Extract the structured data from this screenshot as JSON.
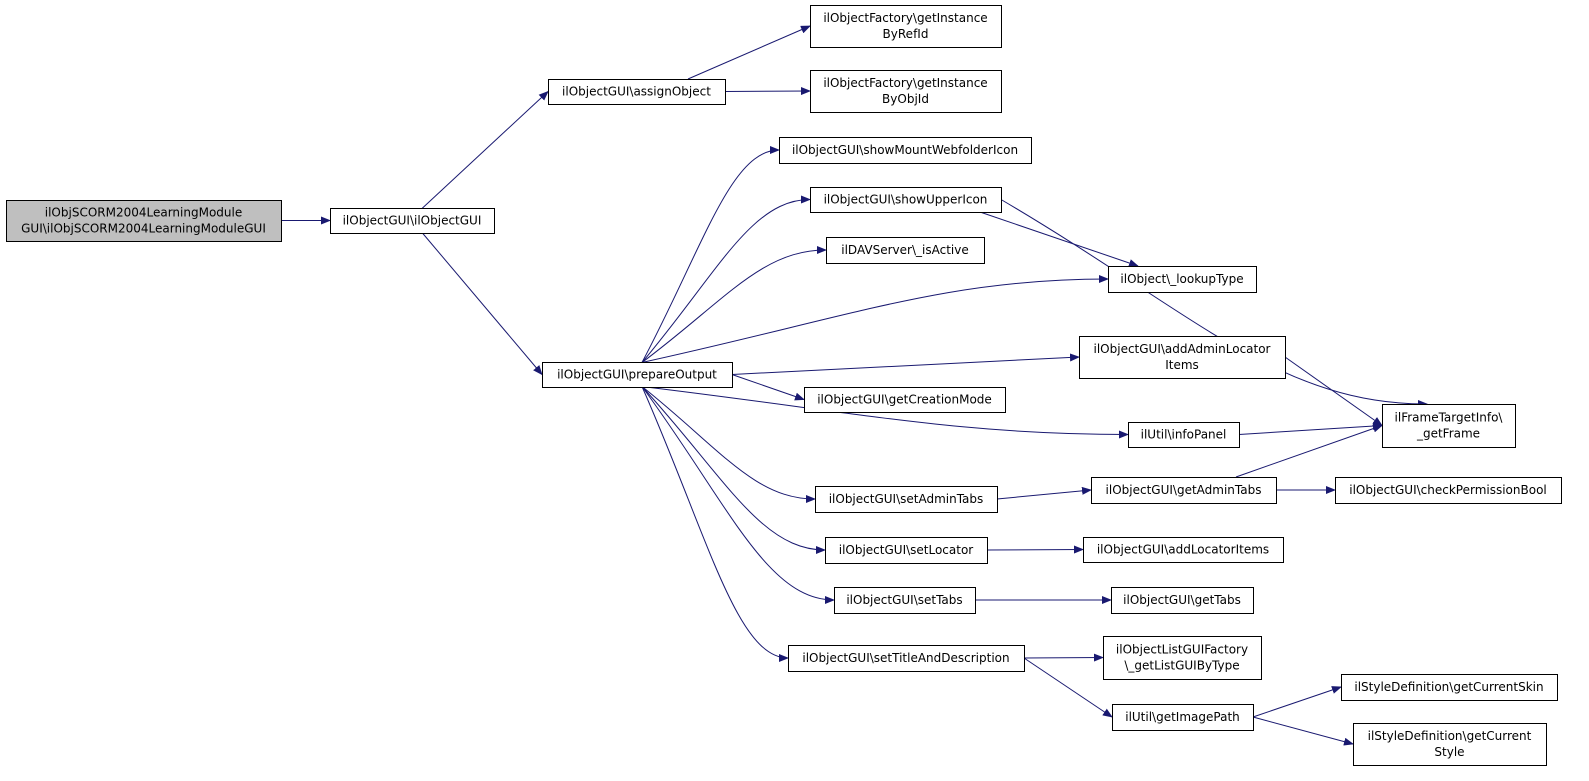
{
  "graph": {
    "edge_color": "#191970",
    "root_fill": "#bfbfbf",
    "node_fill": "#ffffff",
    "nodes": [
      {
        "id": "root",
        "lines": [
          "ilObjSCORM2004LearningModule",
          "GUI\\ilObjSCORM2004LearningModuleGUI"
        ],
        "root": true
      },
      {
        "id": "ctor",
        "lines": [
          "ilObjectGUI\\ilObjectGUI"
        ]
      },
      {
        "id": "assign",
        "lines": [
          "ilObjectGUI\\assignObject"
        ]
      },
      {
        "id": "prepare",
        "lines": [
          "ilObjectGUI\\prepareOutput"
        ]
      },
      {
        "id": "byref",
        "lines": [
          "ilObjectFactory\\getInstance",
          "ByRefId"
        ]
      },
      {
        "id": "byobj",
        "lines": [
          "ilObjectFactory\\getInstance",
          "ByObjId"
        ]
      },
      {
        "id": "mount",
        "lines": [
          "ilObjectGUI\\showMountWebfolderIcon"
        ]
      },
      {
        "id": "upper",
        "lines": [
          "ilObjectGUI\\showUpperIcon"
        ]
      },
      {
        "id": "dav",
        "lines": [
          "ilDAVServer\\_isActive"
        ]
      },
      {
        "id": "lookup",
        "lines": [
          "ilObject\\_lookupType"
        ]
      },
      {
        "id": "addadmin",
        "lines": [
          "ilObjectGUI\\addAdminLocator",
          "Items"
        ]
      },
      {
        "id": "creation",
        "lines": [
          "ilObjectGUI\\getCreationMode"
        ]
      },
      {
        "id": "info",
        "lines": [
          "ilUtil\\infoPanel"
        ]
      },
      {
        "id": "frame",
        "lines": [
          "ilFrameTargetInfo\\",
          "_getFrame"
        ]
      },
      {
        "id": "setadmintabs",
        "lines": [
          "ilObjectGUI\\setAdminTabs"
        ]
      },
      {
        "id": "getadmintabs",
        "lines": [
          "ilObjectGUI\\getAdminTabs"
        ]
      },
      {
        "id": "checkperm",
        "lines": [
          "ilObjectGUI\\checkPermissionBool"
        ]
      },
      {
        "id": "setlocator",
        "lines": [
          "ilObjectGUI\\setLocator"
        ]
      },
      {
        "id": "addlocator",
        "lines": [
          "ilObjectGUI\\addLocatorItems"
        ]
      },
      {
        "id": "settabs",
        "lines": [
          "ilObjectGUI\\setTabs"
        ]
      },
      {
        "id": "gettabs",
        "lines": [
          "ilObjectGUI\\getTabs"
        ]
      },
      {
        "id": "settitle",
        "lines": [
          "ilObjectGUI\\setTitleAndDescription"
        ]
      },
      {
        "id": "listgui",
        "lines": [
          "ilObjectListGUIFactory",
          "\\_getListGUIByType"
        ]
      },
      {
        "id": "imagepath",
        "lines": [
          "ilUtil\\getImagePath"
        ]
      },
      {
        "id": "skin",
        "lines": [
          "ilStyleDefinition\\getCurrentSkin"
        ]
      },
      {
        "id": "style",
        "lines": [
          "ilStyleDefinition\\getCurrent",
          "Style"
        ]
      }
    ],
    "edges": [
      {
        "from": "root",
        "to": "ctor"
      },
      {
        "from": "ctor",
        "to": "assign"
      },
      {
        "from": "ctor",
        "to": "prepare"
      },
      {
        "from": "assign",
        "to": "byref"
      },
      {
        "from": "assign",
        "to": "byobj"
      },
      {
        "from": "prepare",
        "to": "mount"
      },
      {
        "from": "prepare",
        "to": "upper"
      },
      {
        "from": "prepare",
        "to": "dav"
      },
      {
        "from": "prepare",
        "to": "lookup"
      },
      {
        "from": "prepare",
        "to": "addadmin"
      },
      {
        "from": "prepare",
        "to": "creation"
      },
      {
        "from": "prepare",
        "to": "info"
      },
      {
        "from": "prepare",
        "to": "setadmintabs"
      },
      {
        "from": "prepare",
        "to": "setlocator"
      },
      {
        "from": "prepare",
        "to": "settabs"
      },
      {
        "from": "prepare",
        "to": "settitle"
      },
      {
        "from": "upper",
        "to": "lookup"
      },
      {
        "from": "upper",
        "to": "frame"
      },
      {
        "from": "addadmin",
        "to": "frame"
      },
      {
        "from": "info",
        "to": "frame"
      },
      {
        "from": "setadmintabs",
        "to": "getadmintabs"
      },
      {
        "from": "getadmintabs",
        "to": "frame"
      },
      {
        "from": "getadmintabs",
        "to": "checkperm"
      },
      {
        "from": "setlocator",
        "to": "addlocator"
      },
      {
        "from": "settabs",
        "to": "gettabs"
      },
      {
        "from": "settitle",
        "to": "listgui"
      },
      {
        "from": "settitle",
        "to": "imagepath"
      },
      {
        "from": "imagepath",
        "to": "skin"
      },
      {
        "from": "imagepath",
        "to": "style"
      }
    ]
  }
}
